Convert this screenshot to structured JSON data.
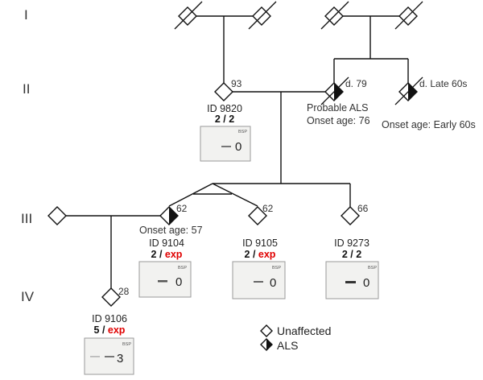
{
  "diagram": {
    "generations": [
      "I",
      "II",
      "III",
      "IV"
    ],
    "individuals": {
      "I_1": {
        "status": "deceased",
        "affected": false
      },
      "I_2": {
        "status": "deceased",
        "affected": false
      },
      "I_3": {
        "status": "deceased",
        "affected": false
      },
      "I_4": {
        "status": "deceased",
        "affected": false
      },
      "II_1": {
        "age": "93",
        "id": "ID 9820",
        "genotype_a": "2",
        "genotype_b": "2",
        "genotype_b_expanded": false,
        "gel_label": "BSP",
        "gel_value": "0"
      },
      "II_2": {
        "age": "d. 79",
        "affected": true,
        "deceased": true,
        "note1": "Probable ALS",
        "note2": "Onset age: 76"
      },
      "II_3": {
        "age": "d. Late 60s",
        "affected": true,
        "deceased": true,
        "note1": "Onset age: Early 60s"
      },
      "III_0": {
        "affected": false
      },
      "III_1": {
        "age": "62",
        "affected": true,
        "note1": "Onset age: 57",
        "id": "ID 9104",
        "genotype_a": "2",
        "genotype_b": "exp",
        "genotype_b_expanded": true,
        "gel_label": "BSP",
        "gel_value": "0"
      },
      "III_2": {
        "age": "62",
        "affected": false,
        "id": "ID 9105",
        "genotype_a": "2",
        "genotype_b": "exp",
        "genotype_b_expanded": true,
        "gel_label": "BSP",
        "gel_value": "0"
      },
      "III_3": {
        "age": "66",
        "affected": false,
        "id": "ID 9273",
        "genotype_a": "2",
        "genotype_b": "2",
        "genotype_b_expanded": false,
        "gel_label": "BSP",
        "gel_value": "0"
      },
      "IV_1": {
        "age": "28",
        "affected": false,
        "id": "ID 9106",
        "genotype_a": "5",
        "genotype_b": "exp",
        "genotype_b_expanded": true,
        "gel_label": "BSP",
        "gel_value": "3"
      }
    },
    "legend": {
      "unaffected": "Unaffected",
      "als": "ALS"
    },
    "colors": {
      "expanded_allele": "#e00000",
      "line": "#111111"
    }
  }
}
